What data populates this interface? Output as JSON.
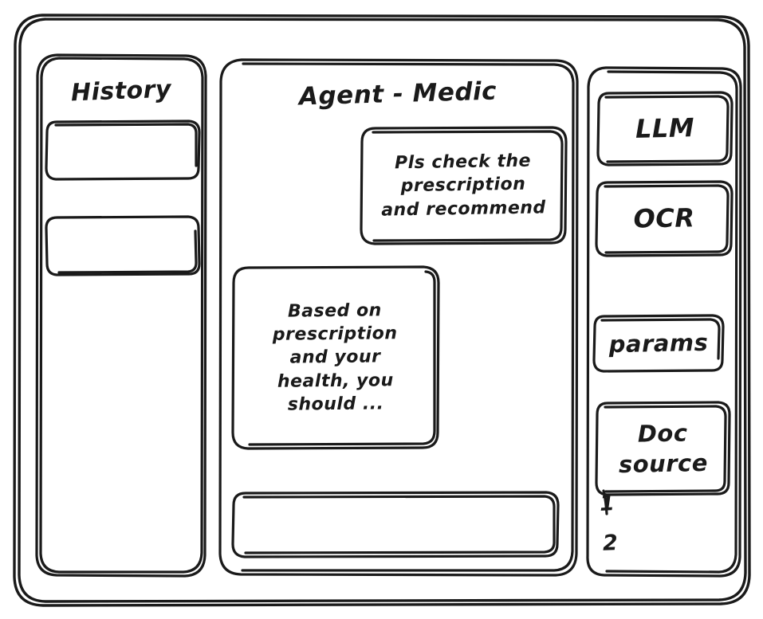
{
  "window": {
    "name": "agent-medic-wireframe"
  },
  "sidebar_left": {
    "title": "History",
    "items": [
      {
        "label": ""
      },
      {
        "label": ""
      }
    ]
  },
  "conversation": {
    "title": "Agent - Medic",
    "messages": [
      {
        "role": "user",
        "text": "Pls check the prescription and recommend",
        "lines": [
          "Pls check the",
          "prescription",
          "and recommend"
        ]
      },
      {
        "role": "assistant",
        "text": "Based on prescription and your health, you should ...",
        "lines": [
          "Based on",
          "prescription",
          "and your",
          "health, you",
          "should ..."
        ]
      }
    ],
    "composer": {
      "value": "",
      "placeholder": ""
    }
  },
  "sidebar_right": {
    "tools": [
      {
        "label": "LLM"
      },
      {
        "label": "OCR"
      },
      {
        "label": "params"
      }
    ],
    "doc_source": {
      "label": "Doc source",
      "lines": [
        "Doc",
        "source"
      ],
      "items": [
        "1",
        "2"
      ]
    }
  },
  "style": {
    "ink": "#1a1a1a",
    "paper": "#ffffff"
  }
}
